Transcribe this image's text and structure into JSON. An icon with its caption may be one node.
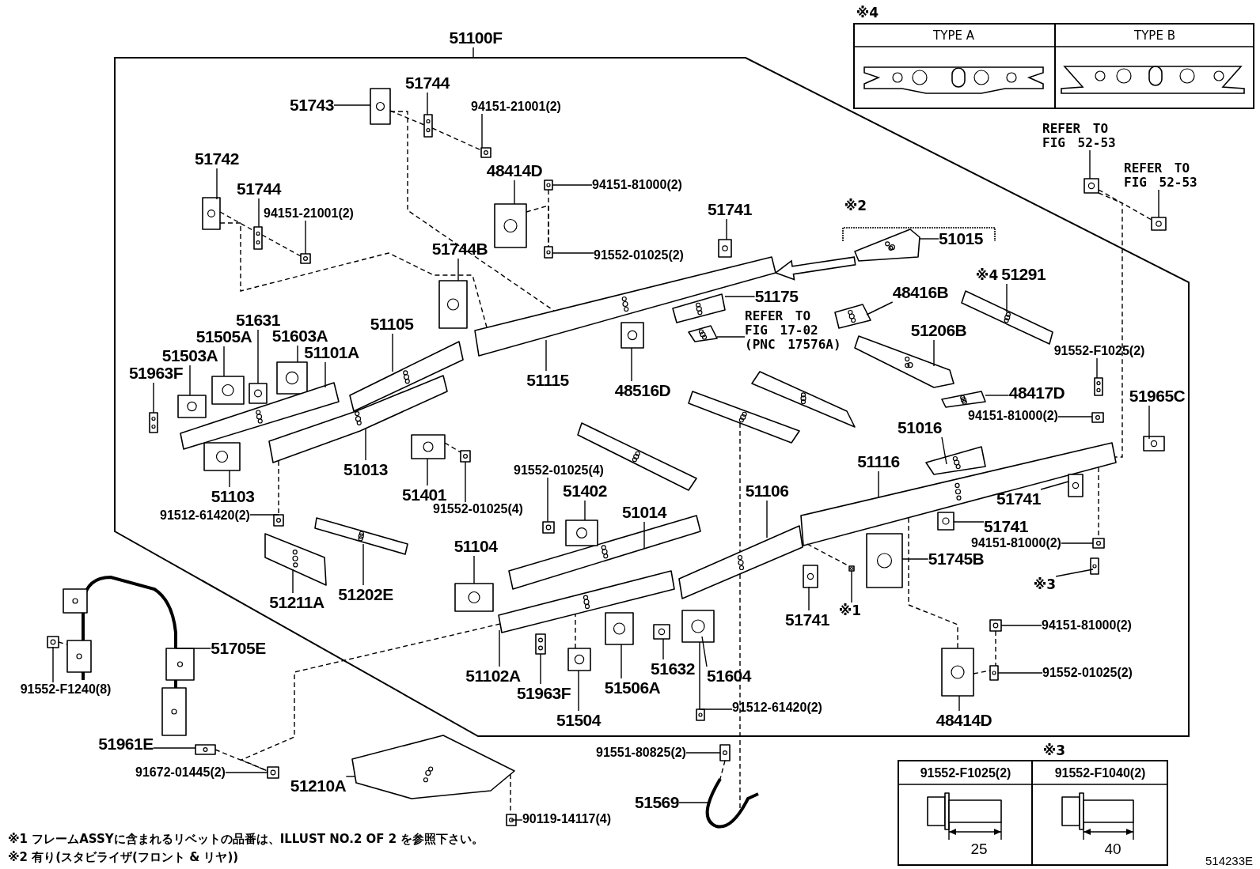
{
  "diagram": {
    "nodes": [
      {
        "text": [
          "51100F"
        ]
      },
      {
        "text": [
          "51743"
        ]
      },
      {
        "text": [
          "51744"
        ]
      },
      {
        "text": [
          "94151-21001(2)"
        ]
      },
      {
        "text": [
          "51742"
        ]
      },
      {
        "text": [
          "51744"
        ]
      },
      {
        "text": [
          "94151-21001(2)"
        ]
      },
      {
        "text": [
          "48414D"
        ]
      },
      {
        "text": [
          "94151-81000(2)"
        ]
      },
      {
        "text": [
          "91552-01025(2)"
        ]
      },
      {
        "text": [
          "51744B"
        ]
      },
      {
        "text": [
          "51741"
        ]
      },
      {
        "text": [
          "51015"
        ]
      },
      {
        "text": [
          "51175"
        ]
      },
      {
        "text": [
          "REFER TO FIG 17-02 (PNC 17576A)"
        ]
      },
      {
        "text": [
          "48416B"
        ]
      },
      {
        "text": [
          "51291"
        ],
        "beside": [
          "※4"
        ]
      },
      {
        "text": [
          "51206B"
        ]
      },
      {
        "text": [
          "91552-F1025(2)"
        ]
      },
      {
        "text": [
          "48417D"
        ]
      },
      {
        "text": [
          "94151-81000(2)"
        ]
      },
      {
        "text": [
          "51965C"
        ]
      },
      {
        "text": [
          "REFER TO FIG 52-53"
        ]
      },
      {
        "text": [
          "REFER TO FIG 52-53"
        ]
      },
      {
        "text": [
          "51016"
        ]
      },
      {
        "text": [
          "51116"
        ]
      },
      {
        "text": [
          "51106"
        ]
      },
      {
        "text": [
          "51741"
        ]
      },
      {
        "text": [
          "51741"
        ]
      },
      {
        "text": [
          "94151-81000(2)"
        ]
      },
      {
        "text": [
          "51745B"
        ]
      },
      {
        "text": [
          "※3"
        ]
      },
      {
        "text": [
          "51741"
        ]
      },
      {
        "text": [
          "※1"
        ]
      },
      {
        "text": [
          "94151-81000(2)"
        ]
      },
      {
        "text": [
          "91552-01025(2)"
        ]
      },
      {
        "text": [
          "48414D"
        ]
      },
      {
        "text": [
          "91512-61420(2)"
        ]
      },
      {
        "text": [
          "51604"
        ]
      },
      {
        "text": [
          "51632"
        ]
      },
      {
        "text": [
          "51506A"
        ]
      },
      {
        "text": [
          "51504"
        ]
      },
      {
        "text": [
          "51963F"
        ]
      },
      {
        "text": [
          "51102A"
        ]
      },
      {
        "text": [
          "51104"
        ]
      },
      {
        "text": [
          "51014"
        ]
      },
      {
        "text": [
          "51402"
        ]
      },
      {
        "text": [
          "91552-01025(4)"
        ]
      },
      {
        "text": [
          "91552-01025(4)"
        ]
      },
      {
        "text": [
          "51401"
        ]
      },
      {
        "text": [
          "51013"
        ]
      },
      {
        "text": [
          "51103"
        ]
      },
      {
        "text": [
          "91512-61420(2)"
        ]
      },
      {
        "text": [
          "51211A"
        ]
      },
      {
        "text": [
          "51202E"
        ]
      },
      {
        "text": [
          "51963F"
        ]
      },
      {
        "text": [
          "51503A"
        ]
      },
      {
        "text": [
          "51505A"
        ]
      },
      {
        "text": [
          "51631"
        ]
      },
      {
        "text": [
          "51603A"
        ]
      },
      {
        "text": [
          "51101A"
        ]
      },
      {
        "text": [
          "51105"
        ]
      },
      {
        "text": [
          "51115"
        ]
      },
      {
        "text": [
          "48516D"
        ]
      },
      {
        "text": [
          "51705E"
        ]
      },
      {
        "text": [
          "91552-F1240(8)"
        ]
      },
      {
        "text": [
          "51961E"
        ]
      },
      {
        "text": [
          "91672-01445(2)"
        ]
      },
      {
        "text": [
          "51210A"
        ]
      },
      {
        "text": [
          "90119-14117(4)"
        ]
      },
      {
        "text": [
          "91551-80825(2)"
        ]
      },
      {
        "text": [
          "51569"
        ]
      },
      {
        "text": [],
        "shape": "picture"
      },
      {
        "text": [],
        "shape": "picture"
      },
      {
        "text": [],
        "shape": "picture"
      },
      {
        "text": [],
        "shape": "picture"
      },
      {
        "text": [],
        "shape": "picture"
      },
      {
        "text": [],
        "shape": "picture"
      },
      {
        "text": [],
        "shape": "picture"
      },
      {
        "text": [],
        "shape": "picture"
      },
      {
        "text": [],
        "shape": "picture"
      },
      {
        "text": [],
        "shape": "picture"
      },
      {
        "text": [],
        "shape": "picture"
      },
      {
        "text": [],
        "shape": "picture"
      },
      {
        "text": [],
        "shape": "picture"
      },
      {
        "text": [],
        "shape": "picture"
      },
      {
        "text": [],
        "shape": "picture"
      },
      {
        "text": [],
        "shape": "picture"
      },
      {
        "text": [],
        "shape": "picture"
      },
      {
        "text": [],
        "shape": "picture"
      },
      {
        "text": [],
        "shape": "picture"
      },
      {
        "text": [],
        "shape": "picture"
      },
      {
        "text": [],
        "shape": "picture"
      },
      {
        "text": [],
        "shape": "picture"
      },
      {
        "text": [],
        "shape": "picture"
      },
      {
        "text": [],
        "shape": "picture"
      },
      {
        "text": [],
        "shape": "picture"
      },
      {
        "text": [],
        "shape": "picture"
      },
      {
        "text": [],
        "shape": "picture"
      },
      {
        "text": [],
        "shape": "picture"
      },
      {
        "text": [],
        "shape": "picture"
      },
      {
        "text": [],
        "shape": "picture"
      },
      {
        "text": [],
        "shape": "picture"
      },
      {
        "text": [],
        "shape": "picture"
      },
      {
        "text": [],
        "shape": "picture"
      },
      {
        "text": [],
        "shape": "picture"
      },
      {
        "text": [],
        "shape": "picture"
      },
      {
        "text": [],
        "shape": "picture"
      },
      {
        "text": [],
        "shape": "picture"
      },
      {
        "text": [],
        "shape": "picture"
      },
      {
        "text": [],
        "shape": "picture"
      },
      {
        "text": [],
        "shape": "picture"
      },
      {
        "text": [],
        "shape": "picture"
      },
      {
        "text": [],
        "shape": "picture"
      },
      {
        "text": [],
        "shape": "picture"
      },
      {
        "text": [],
        "shape": "picture"
      },
      {
        "text": [],
        "shape": "picture"
      },
      {
        "text": [],
        "shape": "picture"
      },
      {
        "text": [],
        "shape": "picture"
      },
      {
        "text": [],
        "shape": "picture"
      },
      {
        "text": [],
        "shape": "picture"
      },
      {
        "text": [],
        "shape": "picture"
      },
      {
        "text": [],
        "shape": "picture"
      },
      {
        "text": [],
        "shape": "picture"
      },
      {
        "text": [],
        "shape": "picture"
      },
      {
        "text": [],
        "shape": "picture"
      },
      {
        "text": [],
        "shape": "picture"
      },
      {
        "text": [],
        "shape": "picture"
      },
      {
        "text": [],
        "shape": "picture"
      },
      {
        "text": [],
        "shape": "picture"
      },
      {
        "text": [],
        "shape": "picture"
      },
      {
        "text": [],
        "shape": "picture"
      },
      {
        "text": [],
        "shape": "picture"
      },
      {
        "text": [],
        "shape": "picture"
      },
      {
        "text": [],
        "shape": "picture"
      },
      {
        "text": [],
        "shape": "picture"
      },
      {
        "text": [],
        "shape": "picture"
      },
      {
        "text": [],
        "shape": "picture"
      },
      {
        "text": [],
        "shape": "picture"
      },
      {
        "text": [],
        "shape": "picture"
      },
      {
        "text": [],
        "shape": "picture"
      },
      {
        "text": [],
        "shape": "picture"
      },
      {
        "text": [],
        "shape": "picture"
      },
      {
        "text": [],
        "shape": "picture"
      },
      {
        "text": [],
        "shape": "picture"
      },
      {
        "text": [],
        "shape": "picture"
      }
    ],
    "edges": [
      {
        "from": 0,
        "to": null,
        "arrow": "none"
      },
      {
        "from": 1,
        "to": 72,
        "arrow": "none"
      },
      {
        "from": 2,
        "to": 73,
        "arrow": "none"
      },
      {
        "from": 3,
        "to": 74,
        "arrow": "none"
      },
      {
        "from": 4,
        "to": 75,
        "arrow": "none"
      },
      {
        "from": 5,
        "to": 76,
        "arrow": "none"
      },
      {
        "from": 6,
        "to": 77,
        "arrow": "none"
      },
      {
        "from": 7,
        "to": 78,
        "arrow": "none"
      },
      {
        "from": 8,
        "to": 79,
        "arrow": "none"
      },
      {
        "from": 9,
        "to": 80,
        "arrow": "none"
      },
      {
        "from": 10,
        "to": 81,
        "arrow": "none"
      },
      {
        "from": 11,
        "to": 82,
        "arrow": "none"
      },
      {
        "from": 12,
        "to": 83,
        "arrow": "none"
      },
      {
        "from": 13,
        "to": 84,
        "arrow": "none"
      },
      {
        "from": 14,
        "to": 85,
        "arrow": "none"
      },
      {
        "from": 15,
        "to": 86,
        "arrow": "none"
      },
      {
        "from": 16,
        "to": 87,
        "arrow": "none"
      },
      {
        "from": 17,
        "to": 88,
        "arrow": "none"
      },
      {
        "from": 18,
        "to": 89,
        "arrow": "none"
      },
      {
        "from": 19,
        "to": 90,
        "arrow": "none"
      },
      {
        "from": 20,
        "to": 91,
        "arrow": "none"
      },
      {
        "from": 21,
        "to": 92,
        "arrow": "none"
      },
      {
        "from": 22,
        "to": 93,
        "arrow": "none"
      },
      {
        "from": 23,
        "to": 94,
        "arrow": "none"
      },
      {
        "from": 24,
        "to": 95,
        "arrow": "none"
      },
      {
        "from": 25,
        "to": 96,
        "arrow": "none"
      },
      {
        "from": 26,
        "to": 97,
        "arrow": "none"
      },
      {
        "from": 27,
        "to": 98,
        "arrow": "none"
      },
      {
        "from": 28,
        "to": 99,
        "arrow": "none"
      },
      {
        "from": 29,
        "to": 100,
        "arrow": "none"
      },
      {
        "from": 30,
        "to": 101,
        "arrow": "none"
      },
      {
        "from": 31,
        "to": 102,
        "arrow": "none"
      },
      {
        "from": 32,
        "to": 103,
        "arrow": "none"
      },
      {
        "from": 33,
        "to": 104,
        "arrow": "none"
      },
      {
        "from": 34,
        "to": 105,
        "arrow": "none"
      },
      {
        "from": 35,
        "to": 106,
        "arrow": "none"
      },
      {
        "from": 36,
        "to": 107,
        "arrow": "none"
      },
      {
        "from": 37,
        "to": 108,
        "arrow": "none"
      },
      {
        "from": 38,
        "to": 109,
        "arrow": "none"
      },
      {
        "from": 39,
        "to": 110,
        "arrow": "none"
      },
      {
        "from": 40,
        "to": 111,
        "arrow": "none"
      },
      {
        "from": 41,
        "to": 112,
        "arrow": "none"
      },
      {
        "from": 42,
        "to": 113,
        "arrow": "none"
      },
      {
        "from": 43,
        "to": 114,
        "arrow": "none"
      },
      {
        "from": 44,
        "to": 115,
        "arrow": "none"
      },
      {
        "from": 45,
        "to": 116,
        "arrow": "none"
      },
      {
        "from": 46,
        "to": 117,
        "arrow": "none"
      },
      {
        "from": 47,
        "to": 118,
        "arrow": "none"
      },
      {
        "from": 48,
        "to": 119,
        "arrow": "none"
      },
      {
        "from": 49,
        "to": 120,
        "arrow": "none"
      },
      {
        "from": 50,
        "to": 121,
        "arrow": "none"
      },
      {
        "from": 51,
        "to": 122,
        "arrow": "none"
      },
      {
        "from": 52,
        "to": 123,
        "arrow": "none"
      },
      {
        "from": 53,
        "to": 124,
        "arrow": "none"
      },
      {
        "from": 54,
        "to": 125,
        "arrow": "none"
      },
      {
        "from": 55,
        "to": 126,
        "arrow": "none"
      },
      {
        "from": 56,
        "to": 127,
        "arrow": "none"
      },
      {
        "from": 57,
        "to": 128,
        "arrow": "none"
      },
      {
        "from": 58,
        "to": 129,
        "arrow": "none"
      },
      {
        "from": 59,
        "to": 130,
        "arrow": "none"
      },
      {
        "from": 60,
        "to": 131,
        "arrow": "none"
      },
      {
        "from": 61,
        "to": 132,
        "arrow": "none"
      },
      {
        "from": 62,
        "to": 133,
        "arrow": "none"
      },
      {
        "from": 63,
        "to": 134,
        "arrow": "none"
      },
      {
        "from": 64,
        "to": 135,
        "arrow": "none"
      },
      {
        "from": 65,
        "to": 136,
        "arrow": "none"
      },
      {
        "from": 66,
        "to": 137,
        "arrow": "none"
      },
      {
        "from": 67,
        "to": 138,
        "arrow": "none"
      },
      {
        "from": 68,
        "to": 139,
        "arrow": "none"
      },
      {
        "from": 69,
        "to": 140,
        "arrow": "none"
      },
      {
        "from": 70,
        "to": 141,
        "arrow": "none"
      },
      {
        "from": 71,
        "to": 142,
        "arrow": "none"
      },
      {
        "from": 72,
        "to": 73,
        "arrow": "none",
        "style": "dashed"
      },
      {
        "from": 73,
        "to": 74,
        "arrow": "none",
        "style": "dashed"
      },
      {
        "from": 72,
        "to": 133,
        "arrow": "none",
        "style": "dashed"
      },
      {
        "from": 75,
        "to": 76,
        "arrow": "none",
        "style": "dashed"
      },
      {
        "from": 76,
        "to": 77,
        "arrow": "none",
        "style": "dashed"
      },
      {
        "from": 75,
        "to": 133,
        "arrow": "none",
        "style": "dashed"
      },
      {
        "from": 79,
        "to": 80,
        "arrow": "none",
        "style": "dashed"
      },
      {
        "from": 78,
        "to": 80,
        "arrow": "none",
        "style": "dashed"
      },
      {
        "from": 121,
        "to": 123,
        "arrow": "none",
        "style": "dashed"
      },
      {
        "from": 120,
        "to": 119,
        "arrow": "none",
        "style": "dashed"
      },
      {
        "from": 112,
        "to": 114,
        "arrow": "none",
        "style": "dashed"
      },
      {
        "from": 114,
        "to": 138,
        "arrow": "none",
        "style": "dashed"
      },
      {
        "from": 137,
        "to": 138,
        "arrow": "none",
        "style": "dashed"
      },
      {
        "from": 143,
        "to": 97,
        "arrow": "none",
        "style": "dashed"
      },
      {
        "from": 108,
        "to": 109,
        "arrow": "none",
        "style": "dashed"
      },
      {
        "from": 141,
        "to": 142,
        "arrow": "none",
        "style": "dashed"
      },
      {
        "from": 96,
        "to": 104,
        "arrow": "none",
        "style": "dashed"
      },
      {
        "from": 96,
        "to": 107,
        "arrow": "none",
        "style": "dashed"
      },
      {
        "from": 93,
        "to": 94,
        "arrow": "none",
        "style": "dashed"
      },
      {
        "from": 93,
        "to": 96,
        "arrow": "none",
        "style": "dashed"
      },
      {
        "from": 96,
        "to": 100,
        "arrow": "none",
        "style": "dashed"
      },
      {
        "from": 105,
        "to": 106,
        "arrow": "none",
        "style": "dashed"
      },
      {
        "from": 107,
        "to": 106,
        "arrow": "none",
        "style": "dashed"
      },
      {
        "from": 139,
        "to": 140,
        "arrow": "none",
        "style": "dashed"
      },
      {
        "from": 136,
        "to": 135,
        "arrow": "none",
        "style": "dashed"
      },
      {
        "from": 97,
        "to": 142,
        "arrow": "none",
        "style": "dashed"
      },
      {
        "from": 83,
        "to": 133,
        "arrow": "to",
        "style": "thick"
      }
    ],
    "labels": [
      "※4",
      "TYPE A",
      "TYPE B",
      "※2",
      "※3",
      "91552-F1025(2)",
      "91552-F1040(2)",
      "25",
      "40",
      "※1 フレームASSYに含まれるリベットの品番は、ILLUST NO.2 OF 2 を参照下さい。",
      "※2 有り(スタビライザ(フロント & リヤ))",
      "514233E"
    ]
  }
}
